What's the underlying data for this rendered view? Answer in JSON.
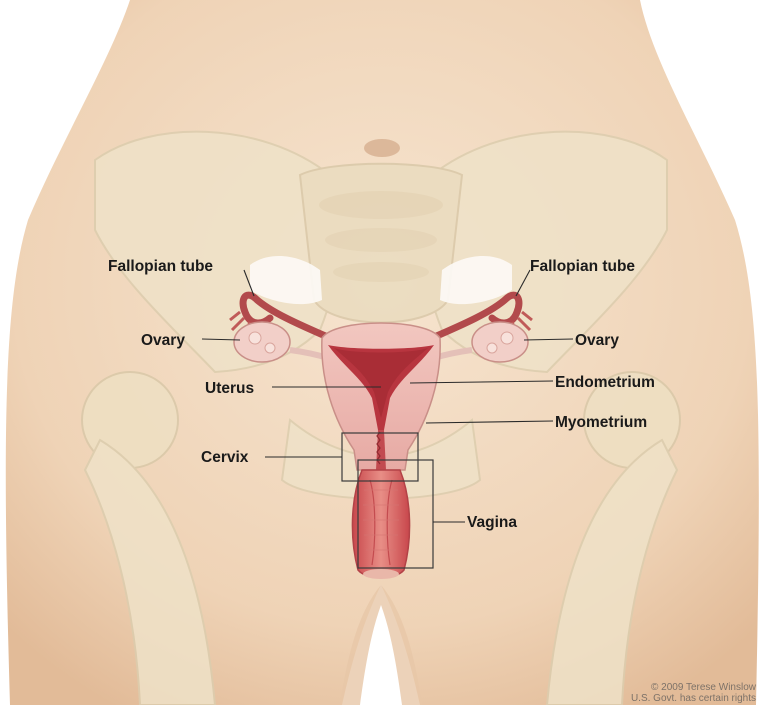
{
  "labels": {
    "fallopian_tube_left": "Fallopian tube",
    "fallopian_tube_right": "Fallopian tube",
    "ovary_left": "Ovary",
    "ovary_right": "Ovary",
    "uterus": "Uterus",
    "endometrium": "Endometrium",
    "myometrium": "Myometrium",
    "cervix": "Cervix",
    "vagina": "Vagina"
  },
  "credit": {
    "line1": "© 2009 Terese Winslow",
    "line2": "U.S. Govt. has certain rights"
  },
  "colors": {
    "skin": "#f3ddc6",
    "skin_shadow": "#e2c2a4",
    "bone": "#ede0c4",
    "uterus_wall": "#e8b3ab",
    "uterus_lining": "#b8353f",
    "tube": "#b24a4c"
  }
}
